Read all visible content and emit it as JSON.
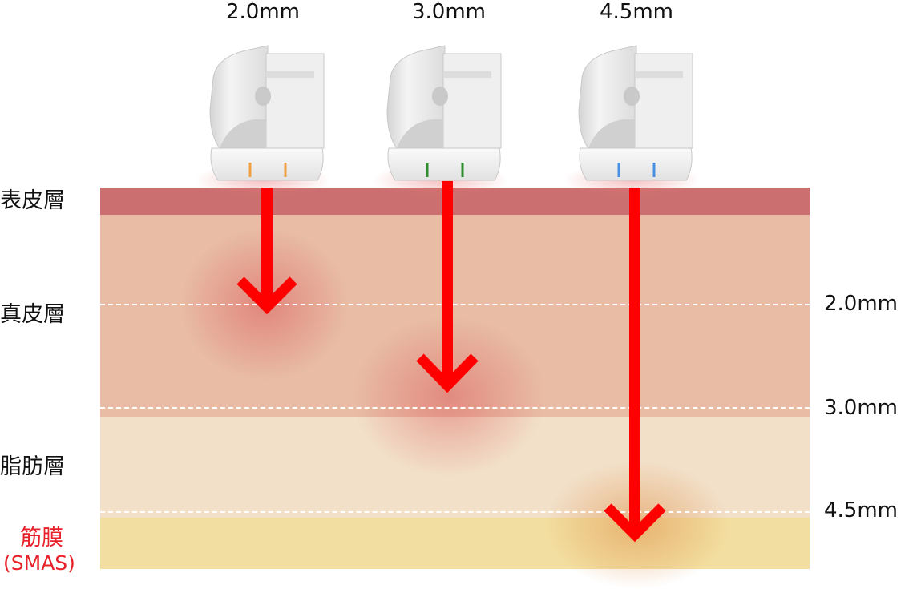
{
  "probes": [
    {
      "label": "2.0mm",
      "marker_color": "#f0a040"
    },
    {
      "label": "3.0mm",
      "marker_color": "#2e8b2e"
    },
    {
      "label": "4.5mm",
      "marker_color": "#4a90e2"
    }
  ],
  "layers": [
    {
      "name": "表皮層",
      "color": "#cc6f70"
    },
    {
      "name": "真皮層",
      "color": "#e8bca5"
    },
    {
      "name": "脂肪層",
      "color": "#f2e0c9"
    },
    {
      "name_line1": "筋膜",
      "name_line2": "(SMAS)",
      "color": "#f2dea0",
      "text_color": "#e8202a"
    }
  ],
  "depth_markers": [
    "2.0mm",
    "3.0mm",
    "4.5mm"
  ],
  "arrow_color": "#ff0000"
}
